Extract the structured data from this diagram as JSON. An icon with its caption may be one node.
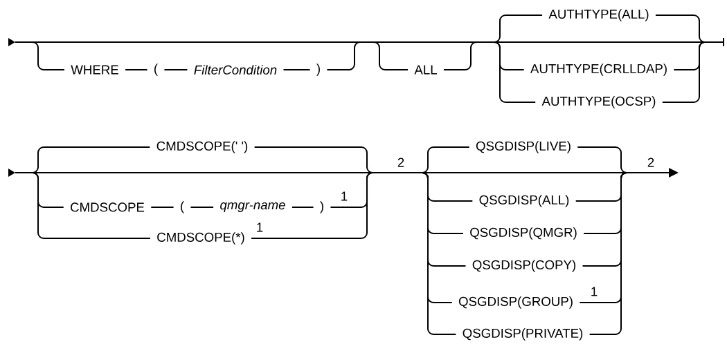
{
  "diagram": {
    "labels": [
      "WHERE",
      "(",
      "FilterCondition",
      ")",
      "ALL",
      "AUTHTYPE(ALL)",
      "AUTHTYPE(CRLLDAP)",
      "AUTHTYPE(OCSP)",
      "CMDSCOPE(' ')",
      "CMDSCOPE",
      "(",
      "qmgr-name",
      ")",
      "1",
      "CMDSCOPE(*)",
      "1",
      "2",
      "QSGDISP(LIVE)",
      "QSGDISP(ALL)",
      "QSGDISP(QMGR)",
      "QSGDISP(COPY)",
      "QSGDISP(GROUP)",
      "1",
      "QSGDISP(PRIVATE)",
      "2"
    ]
  }
}
